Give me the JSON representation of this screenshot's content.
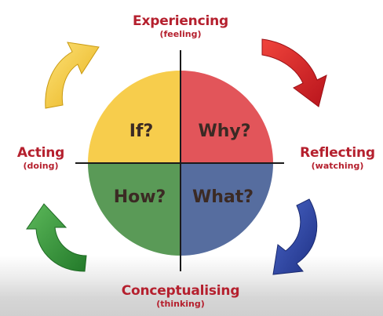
{
  "stages": {
    "experiencing": {
      "title": "Experiencing",
      "subtitle": "(feeling)",
      "color": "#b5202e"
    },
    "reflecting": {
      "title": "Reflecting",
      "subtitle": "(watching)",
      "color": "#b5202e"
    },
    "conceptualising": {
      "title": "Conceptualising",
      "subtitle": "(thinking)",
      "color": "#b5202e"
    },
    "acting": {
      "title": "Acting",
      "subtitle": "(doing)",
      "color": "#b5202e"
    }
  },
  "quadrants": {
    "top_left": {
      "text": "If?",
      "color": "#f7cd4c"
    },
    "top_right": {
      "text": "Why?",
      "color": "#e2555a"
    },
    "bottom_left": {
      "text": "How?",
      "color": "#5a9a57"
    },
    "bottom_right": {
      "text": "What?",
      "color": "#566d9f"
    }
  },
  "arrows": {
    "top_left": {
      "icon": "yellow-curved-arrow",
      "color": "#f2c22a"
    },
    "top_right": {
      "icon": "red-curved-arrow",
      "color": "#e0262a"
    },
    "bottom_right": {
      "icon": "blue-curved-arrow",
      "color": "#2d45a3"
    },
    "bottom_left": {
      "icon": "green-curved-arrow",
      "color": "#3a9a3a"
    }
  }
}
